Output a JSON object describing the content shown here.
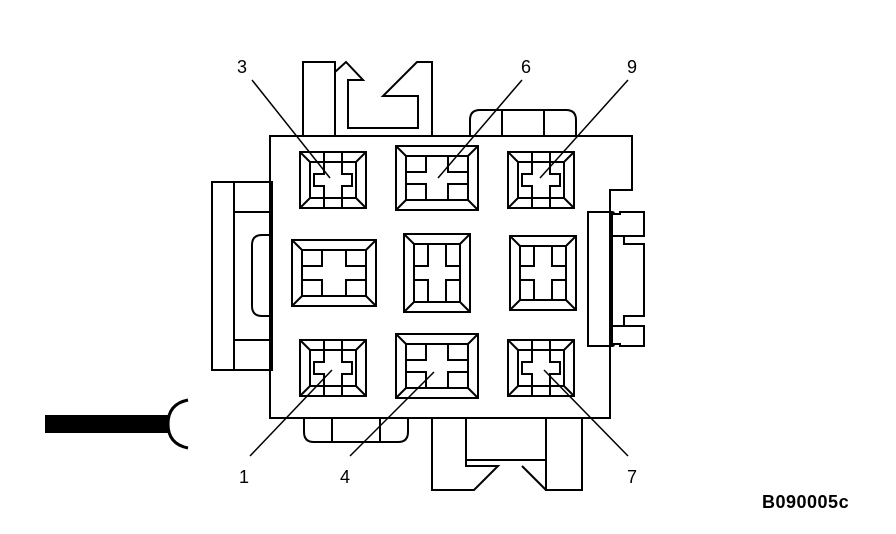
{
  "figure_code": "B090005c",
  "pin_labels": {
    "pin_1": "1",
    "pin_3": "3",
    "pin_4": "4",
    "pin_6": "6",
    "pin_7": "7",
    "pin_9": "9"
  }
}
